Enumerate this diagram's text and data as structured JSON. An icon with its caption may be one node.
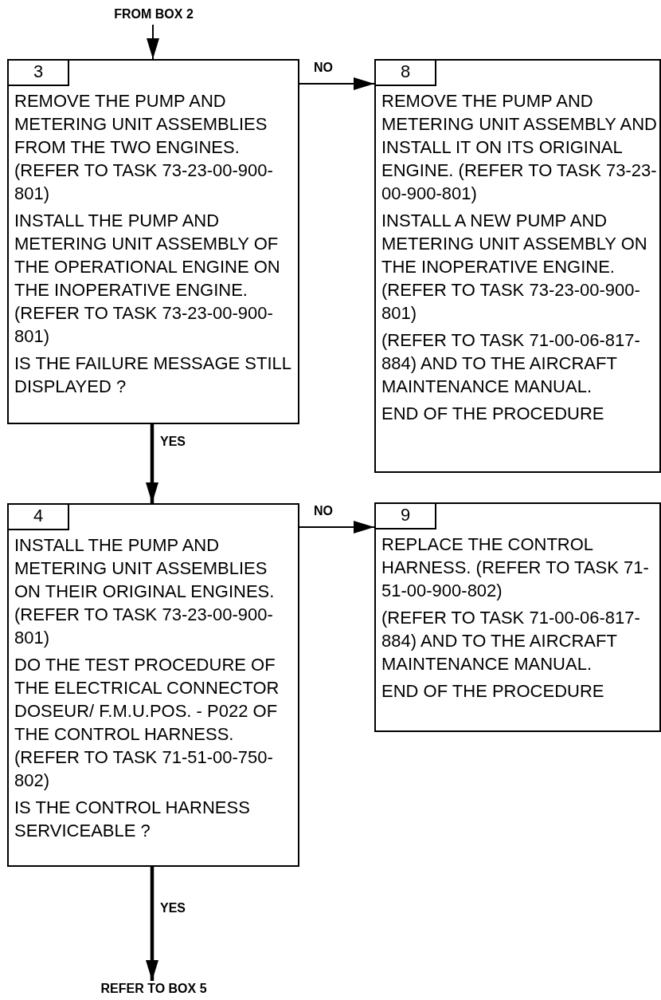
{
  "diagram": {
    "nodes": [
      {
        "text": [
          "FROM BOX 2"
        ]
      },
      {
        "text": [
          "REMOVE THE PUMP AND METERING UNIT ASSEMBLIES FROM THE TWO ENGINES. (REFER TO TASK 73-23-00-900-801)",
          "INSTALL THE PUMP AND METERING UNIT ASSEMBLY OF THE OPERATIONAL ENGINE ON THE INOPERATIVE ENGINE. (REFER TO TASK 73-23-00-900-801)",
          "IS THE FAILURE MESSAGE STILL DISPLAYED ?"
        ]
      },
      {
        "text": [
          "3"
        ],
        "in": 1
      },
      {
        "text": [
          "REMOVE THE PUMP AND METERING UNIT ASSEMBLY AND INSTALL IT ON ITS ORIGINAL ENGINE. (REFER TO TASK 73-23-00-900-801)",
          "INSTALL A NEW PUMP AND METERING UNIT ASSEMBLY ON THE INOPERATIVE ENGINE. (REFER TO TASK 73-23-00-900-801)",
          "(REFER TO TASK 71-00-06-817-884) AND TO THE AIRCRAFT MAINTENANCE MANUAL.",
          "END OF THE PROCEDURE"
        ]
      },
      {
        "text": [
          "8"
        ],
        "in": 3
      },
      {
        "text": [
          "INSTALL THE PUMP AND METERING UNIT ASSEMBLIES ON THEIR ORIGINAL ENGINES. (REFER TO TASK 73-23-00-900-801)",
          "DO THE TEST PROCEDURE OF THE ELECTRICAL CONNECTOR DOSEUR/ F.M.U.POS. - P022 OF THE CONTROL HARNESS. (REFER TO TASK 71-51-00-750-802)",
          "IS THE CONTROL HARNESS SERVICEABLE ?"
        ]
      },
      {
        "text": [
          "4"
        ],
        "in": 5
      },
      {
        "text": [
          "REPLACE THE CONTROL HARNESS. (REFER TO TASK 71-51-00-900-802)",
          "(REFER TO TASK 71-00-06-817-884) AND TO THE AIRCRAFT MAINTENANCE MANUAL.",
          "END OF THE PROCEDURE"
        ]
      },
      {
        "text": [
          "9"
        ],
        "in": 7
      },
      {
        "text": [
          "REFER TO BOX 5"
        ]
      }
    ],
    "edges": [
      {
        "from": 0,
        "to": 1,
        "arrow": "to"
      },
      {
        "from": 1,
        "to": 3,
        "arrow": "to",
        "label": "NO"
      },
      {
        "from": 1,
        "to": 5,
        "arrow": "to",
        "label": "YES",
        "style": "thick"
      },
      {
        "from": 5,
        "to": 7,
        "arrow": "to",
        "label": "NO"
      },
      {
        "from": 5,
        "to": 9,
        "arrow": "to",
        "label": "YES",
        "style": "thick"
      }
    ]
  }
}
